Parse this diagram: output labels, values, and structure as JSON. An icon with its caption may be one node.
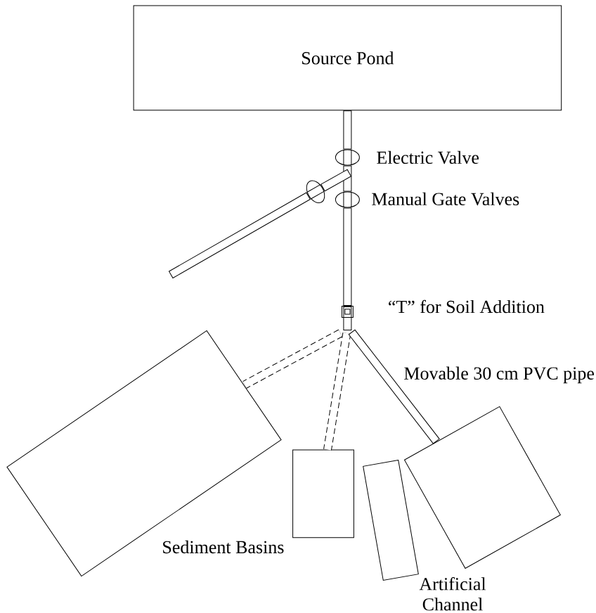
{
  "diagram": {
    "nodes": [
      {
        "text": [
          "Source Pond"
        ]
      },
      {
        "text": [],
        "shape": "ellipse",
        "beside": [
          "Electric Valve"
        ]
      },
      {
        "text": [],
        "shape": "ellipse",
        "beside": [
          "Manual Gate Valves"
        ]
      },
      {
        "text": [],
        "shape": "ellipse"
      },
      {
        "text": [],
        "shape": "box",
        "beside": [
          "“T” for Soil Addition"
        ]
      },
      {
        "text": [],
        "shape": "box"
      },
      {
        "text": [],
        "shape": "box"
      },
      {
        "text": [],
        "shape": "box"
      },
      {
        "text": [],
        "shape": "box"
      }
    ],
    "edges": [
      {
        "from": 0,
        "to": 1,
        "arrow": "none"
      },
      {
        "from": 1,
        "to": 2,
        "arrow": "none"
      },
      {
        "from": 2,
        "to": 4,
        "arrow": "none"
      },
      {
        "from": 1,
        "to": 3,
        "arrow": "none"
      },
      {
        "from": 3,
        "to": null,
        "arrow": "none"
      },
      {
        "from": 4,
        "to": 5,
        "arrow": "none",
        "style": "dashed"
      },
      {
        "from": 4,
        "to": 6,
        "arrow": "none",
        "style": "dashed"
      },
      {
        "from": 4,
        "to": 8,
        "arrow": "none",
        "label": "Movable 30 cm PVC pipe"
      }
    ],
    "labels": [
      "Sediment Basins",
      "Artificial Channel"
    ]
  }
}
